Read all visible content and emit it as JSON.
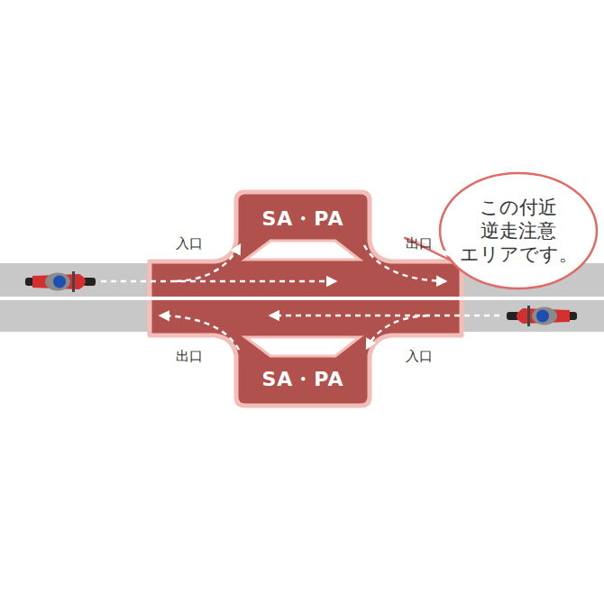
{
  "diagram": {
    "nodes": [
      {
        "text": [
          "SA・PA"
        ]
      },
      {
        "text": [
          "この付近 逆走注意 エリアです。"
        ]
      },
      {
        "text": [
          "SA・PA"
        ]
      }
    ],
    "labels": [
      "入口",
      "出口",
      "出口",
      "入口"
    ]
  }
}
